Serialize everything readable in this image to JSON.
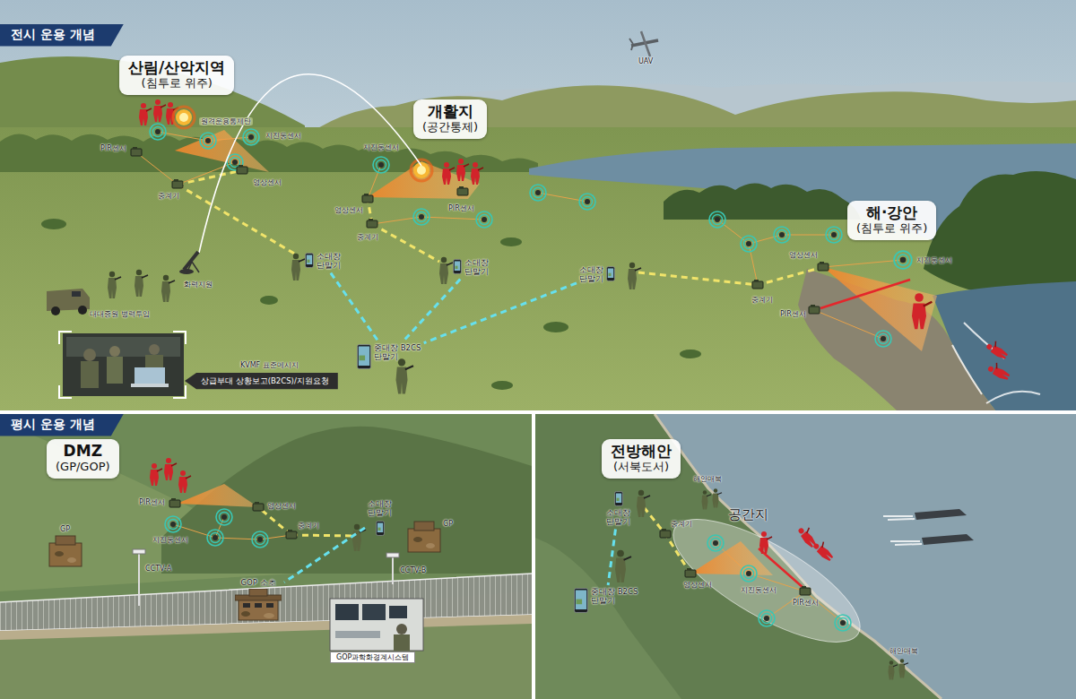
{
  "diagram": {
    "nodes": [
      {
        "text": [
          "전시 운용 개념"
        ]
      },
      {
        "text": [
          "산림/산악지역",
          "(침투로 위주)"
        ]
      },
      {
        "text": [
          "개활지",
          "(공간통제)"
        ]
      },
      {
        "text": [
          "해·강안",
          "(침투로 위주)"
        ]
      },
      {
        "text": [
          "소대장 단말기"
        ]
      },
      {
        "text": [
          "소대장 단말기"
        ]
      },
      {
        "text": [
          "소대장 단말기"
        ]
      },
      {
        "text": [
          "상급부대 상황보고(B2CS)/지원요청"
        ]
      },
      {
        "text": [
          "중대장 B2CS 단말기"
        ]
      },
      {
        "text": [
          "평시 운용 개념"
        ]
      },
      {
        "text": [
          "DMZ",
          "(GP/GOP)"
        ]
      },
      {
        "text": [
          "소대장 단말기"
        ]
      },
      {
        "text": [
          "GOP 소초"
        ]
      },
      {
        "text": [
          "전방해안",
          "(서북도서)"
        ]
      },
      {
        "text": [
          "소대장 단말기"
        ]
      },
      {
        "text": [
          "중대장 B2CS 단말기"
        ]
      }
    ],
    "edges": [
      {
        "from": 4,
        "to": 8,
        "arrow": "none"
      },
      {
        "from": 5,
        "to": 8,
        "arrow": "none"
      },
      {
        "from": 6,
        "to": 8,
        "arrow": "none"
      },
      {
        "from": 11,
        "to": 12,
        "arrow": "none"
      },
      {
        "from": 14,
        "to": 15,
        "arrow": "none"
      }
    ],
    "labels": [
      "UAV",
      "원격운용통제탄",
      "지진동센서",
      "PIR센서",
      "중계기",
      "영상센서",
      "지진동센서",
      "영상센서",
      "PIR센서",
      "중계기",
      "화력지원",
      "대대증원 병력투입",
      "KVMF 표준메시지",
      "지진동센서",
      "영상센서",
      "중계기",
      "PIR센서",
      "PIR센서",
      "영상센서",
      "지진동센서",
      "중계기",
      "GP",
      "GP",
      "CCTV-A",
      "CCTV-B",
      "GOP과학화경계시스템",
      "해안매복",
      "중계기",
      "공간지",
      "영상센서",
      "지진동센서",
      "PIR센서",
      "해안매복"
    ]
  }
}
